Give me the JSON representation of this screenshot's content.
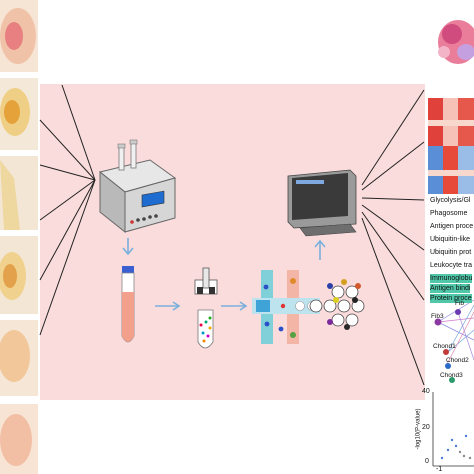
{
  "pathways": [
    {
      "label": "Glycolysis/Gl",
      "highlight": false
    },
    {
      "label": "Phagosome",
      "highlight": false
    },
    {
      "label": "Antigen proce",
      "highlight": false
    },
    {
      "label": "Ubiquitin-like",
      "highlight": false
    },
    {
      "label": "Ubiquitin prot",
      "highlight": false
    },
    {
      "label": "Leukocyte tra",
      "highlight": false
    },
    {
      "label": "Immunoglobu",
      "highlight": true
    },
    {
      "label": "Antigen bindi",
      "highlight": true
    },
    {
      "label": "Protein proce",
      "highlight": true
    }
  ],
  "network": {
    "clusters": [
      "Fib",
      "Fib3",
      "Chond1",
      "Chond2",
      "Chond3"
    ]
  },
  "volcano": {
    "ylabel": "-log10(P-value)",
    "yticks": [
      "40",
      "20",
      "0"
    ],
    "xtick": "-1"
  },
  "colors": {
    "panel_bg": "#fbdcdc",
    "highlight": "#4fc7a8",
    "arrow": "#7ab0dc"
  }
}
